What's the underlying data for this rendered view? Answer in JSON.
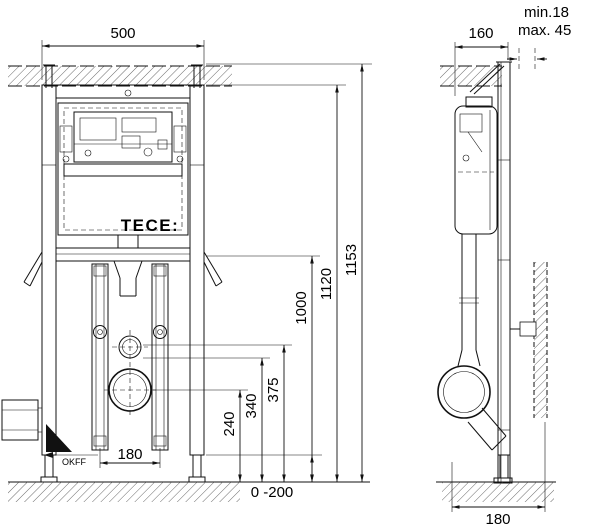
{
  "colors": {
    "line": "#111111",
    "background": "#ffffff"
  },
  "brand": "TECE:",
  "front_view": {
    "dim_width_top": "500",
    "dim_height_total": "1153",
    "dim_height_frame": "1120",
    "dim_height_flush_bend": "1000",
    "dim_supply_height": "375",
    "dim_mid_height": "340",
    "dim_drain_height": "240",
    "dim_bolt_spacing": "180",
    "dim_foot_adjust": "0 -200",
    "floor_reference": "OKFF"
  },
  "side_view": {
    "dim_depth_top": "160",
    "wall_distance_min": "min.18",
    "wall_distance_max": "max. 45",
    "dim_depth_bottom": "180"
  }
}
